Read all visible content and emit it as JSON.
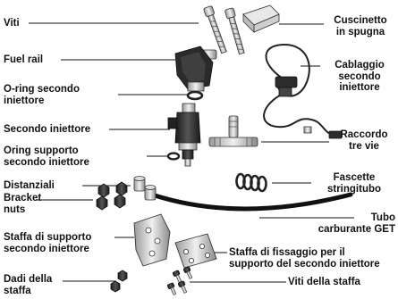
{
  "labels": {
    "viti": "Viti",
    "cuscinetto": "Cuscinetto\nin spugna",
    "fuel_rail": "Fuel rail",
    "cablaggio": "Cablaggio\nsecondo\niniettore",
    "oring_secondo": "O-ring secondo\niniettore",
    "secondo_iniettore": "Secondo iniettore",
    "raccordo": "Raccordo\ntre vie",
    "oring_supporto": "Oring supporto\nsecondo iniettore",
    "distanziali": "Distanziali",
    "fascette": "Fascette\nstringitubo",
    "bracket_nuts": "Bracket\nnuts",
    "tubo": "Tubo\ncarburante GET",
    "staffa_supporto": "Staffa di supporto\nsecondo iniettore",
    "staffa_fissaggio": "Staffa di fissaggio per il\nsupporto del secondo iniettore",
    "dadi_staffa": "Dadi della\nstaffa",
    "viti_staffa": "Viti della staffa"
  }
}
